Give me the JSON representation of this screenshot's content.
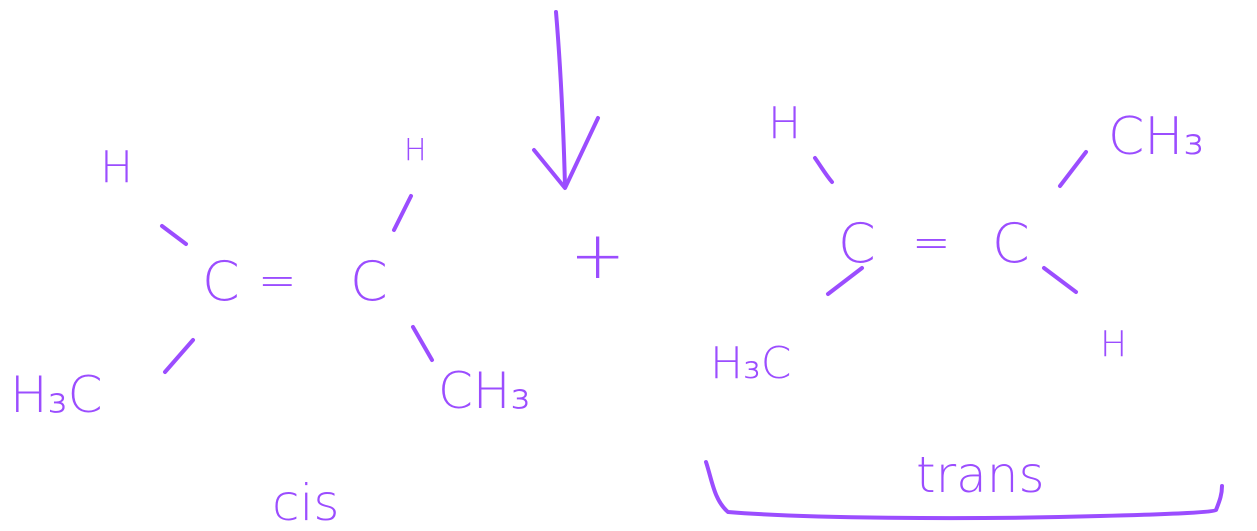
{
  "ink_color": "#9b4dff",
  "cis": {
    "left_carbon": "C",
    "right_carbon": "C",
    "double_bond": "=",
    "top_left": "H",
    "top_right": "H",
    "bottom_left": "H₃C",
    "bottom_right": "CH₃",
    "caption": "cis"
  },
  "plus": "+",
  "trans": {
    "left_carbon": "C",
    "right_carbon": "C",
    "double_bond": "=",
    "top_left": "H",
    "top_right": "CH₃",
    "bottom_left": "H₃C",
    "bottom_right": "H",
    "caption": "trans"
  }
}
